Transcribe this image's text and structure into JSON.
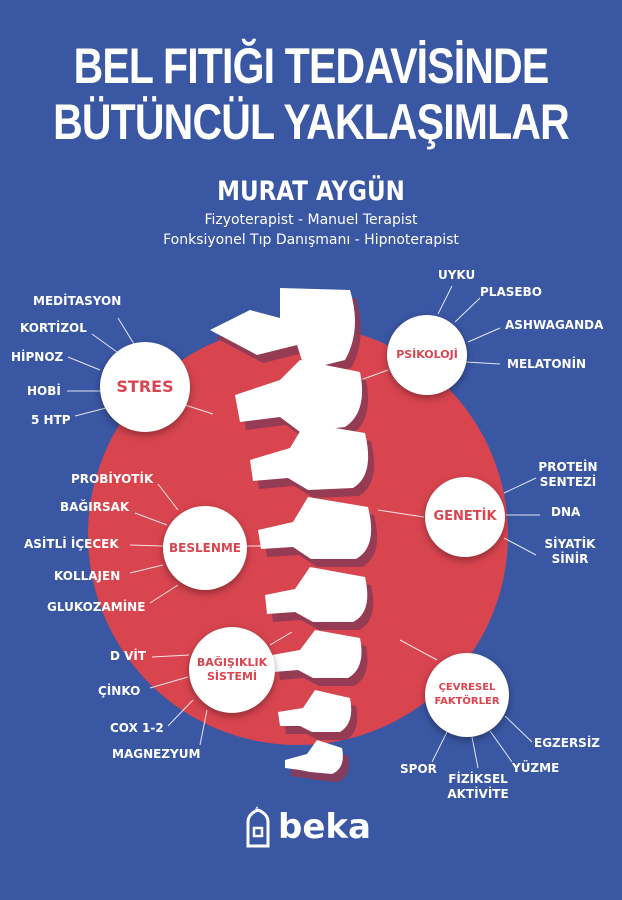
{
  "title": {
    "line1": "BEL FITIĞI TEDAVİSİNDE",
    "line2": "BÜTÜNCÜL YAKLAŞIMLAR"
  },
  "author": {
    "name": "MURAT AYGÜN",
    "role1": "Fizyoterapist - Manuel Terapist",
    "role2": "Fonksiyonel Tıp Danışmanı - Hipnoterapist"
  },
  "colors": {
    "background": "#3a57a4",
    "circle": "#d9454f",
    "vertebra": "#ffffff",
    "shadow": "#8e3a55"
  },
  "bubbles": {
    "stres": {
      "label": "STRES",
      "items": [
        "MEDİTASYON",
        "KORTİZOL",
        "HİPNOZ",
        "HOBİ",
        "5 HTP"
      ]
    },
    "psikoloji": {
      "label": "PSİKOLOJİ",
      "items": [
        "UYKU",
        "PLASEBO",
        "ASHWAGANDA",
        "MELATONİN"
      ]
    },
    "genetik": {
      "label": "GENETİK",
      "items": [
        "PROTEİN SENTEZİ",
        "DNA",
        "SİYATİK SİNİR"
      ]
    },
    "beslenme": {
      "label": "BESLENME",
      "items": [
        "PROBİYOTİK",
        "BAĞIRSAK",
        "ASİTLİ İÇECEK",
        "KOLLAJEN",
        "GLUKOZAMİNE"
      ]
    },
    "bagisiklik": {
      "label": "BAĞIŞIKLIK SİSTEMİ",
      "items": [
        "D VİT",
        "ÇİNKO",
        "COX 1-2",
        "MAGNEZYUM"
      ]
    },
    "cevresel": {
      "label": "ÇEVRESEL FAKTÖRLER",
      "items": [
        "EGZERSİZ",
        "YÜZME",
        "FİZİKSEL AKTİVİTE",
        "SPOR"
      ]
    }
  },
  "publisher": {
    "name": "beka",
    "icon": "mosque-logo-icon"
  }
}
